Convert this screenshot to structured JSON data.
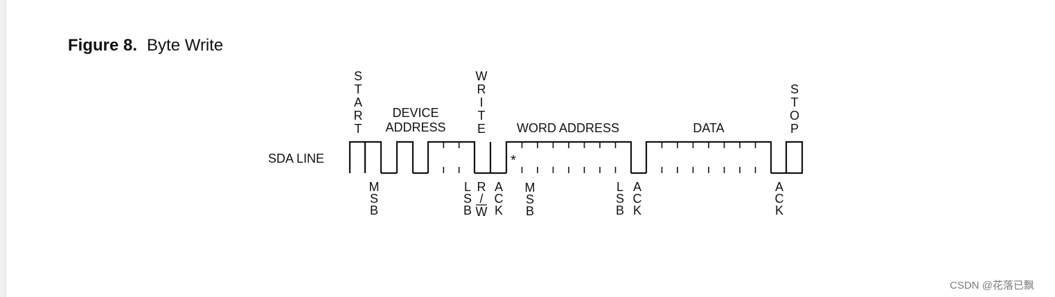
{
  "figure": {
    "number": "Figure 8.",
    "title": "Byte Write"
  },
  "diagram": {
    "line_label": "SDA LINE",
    "labels": {
      "start": "START",
      "device_address_1": "DEVICE",
      "device_address_2": "ADDRESS",
      "write": "WRITE",
      "word_address": "WORD ADDRESS",
      "data": "DATA",
      "stop": "STOP",
      "msb": "MSB",
      "lsb": "LSB",
      "rw_top": "R",
      "rw_slash": "/",
      "rw_bottom": "W",
      "ack": "ACK",
      "asterisk": "*"
    }
  },
  "watermark": "CSDN @花落已飘"
}
